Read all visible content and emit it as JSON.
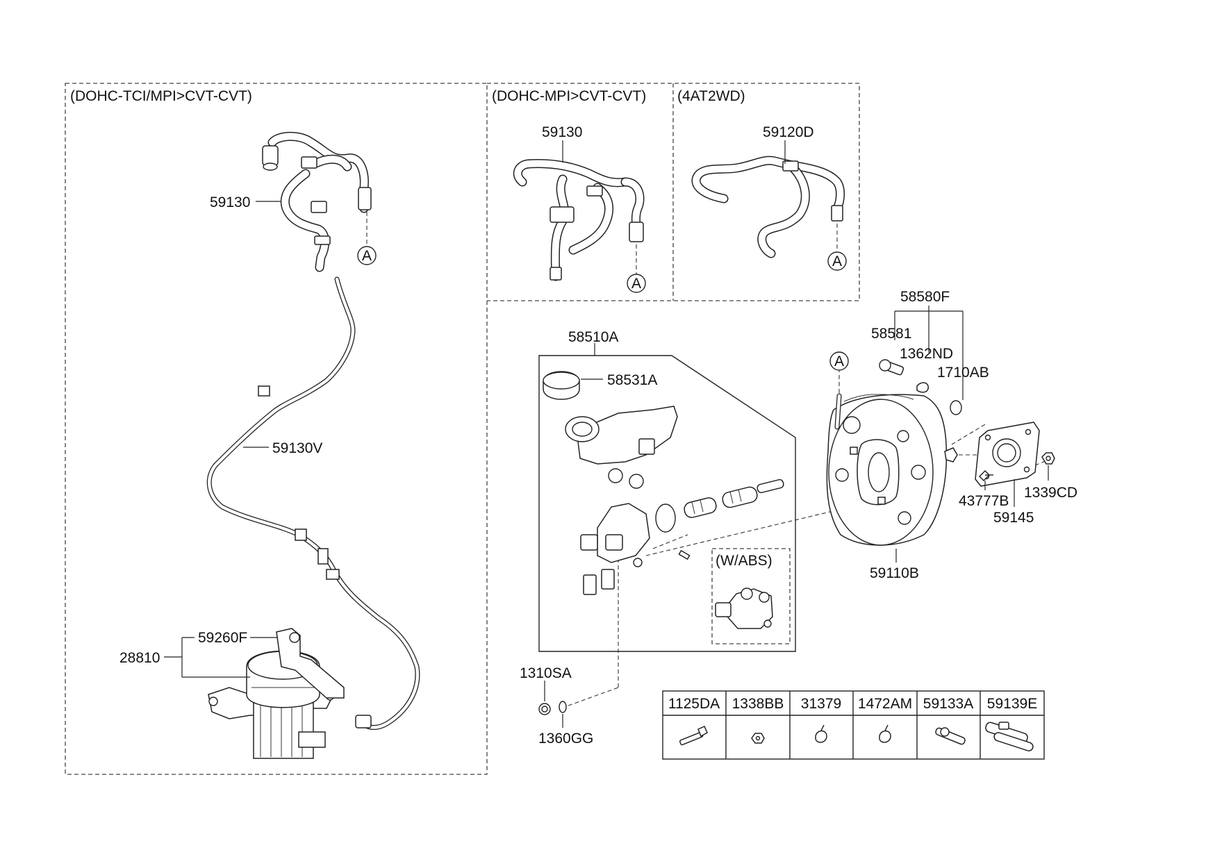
{
  "sections": {
    "left": "(DOHC-TCI/MPI>CVT-CVT)",
    "middle": "(DOHC-MPI>CVT-CVT)",
    "right": "(4AT2WD)",
    "abs": "(W/ABS)"
  },
  "callouts": {
    "a_left": "A",
    "a_middle": "A",
    "a_right": "A",
    "a_booster": "A"
  },
  "parts": {
    "p59130_left": "59130",
    "p59130v": "59130V",
    "p59260f": "59260F",
    "p28810": "28810",
    "p59130_mid": "59130",
    "p59120d": "59120D",
    "p58510a": "58510A",
    "p58531a": "58531A",
    "p1310sa": "1310SA",
    "p1360gg": "1360GG",
    "p58580f": "58580F",
    "p58581": "58581",
    "p1362nd": "1362ND",
    "p1710ab": "1710AB",
    "p43777b": "43777B",
    "p1339cd": "1339CD",
    "p59145": "59145",
    "p59110b": "59110B"
  },
  "hardware_table": {
    "columns": [
      "1125DA",
      "1338BB",
      "31379",
      "1472AM",
      "59133A",
      "59139E"
    ]
  }
}
